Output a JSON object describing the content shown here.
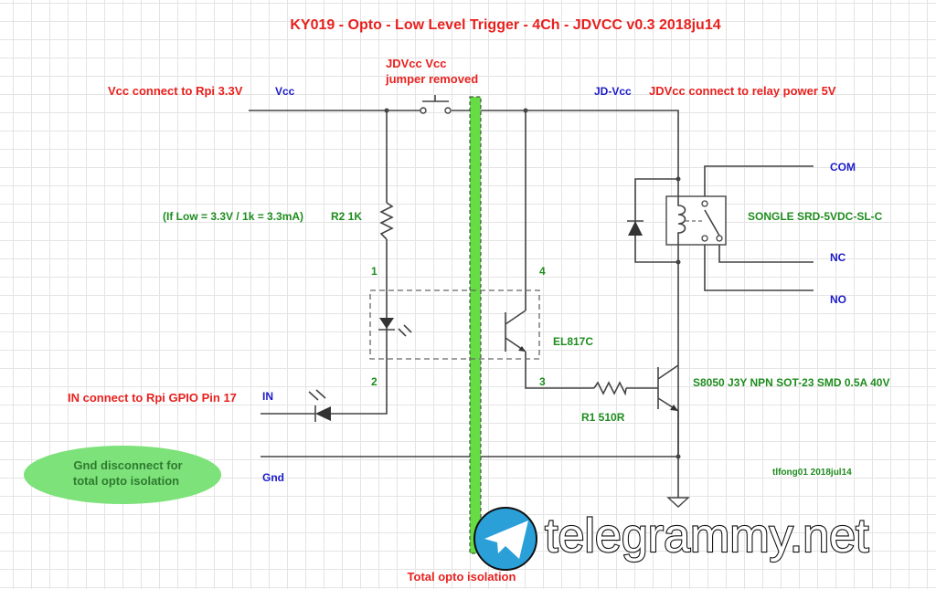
{
  "title": "KY019 - Opto - Low Level Trigger - 4Ch - JDVCC v0.3 2018ju14",
  "labels": {
    "jumper_line1": "JDVcc Vcc",
    "jumper_line2": "jumper removed",
    "vcc_connect": "Vcc connect to Rpi 3.3V",
    "vcc": "Vcc",
    "jd_vcc": "JD-Vcc",
    "jdvcc_connect": "JDVcc connect to relay power 5V",
    "com": "COM",
    "nc": "NC",
    "no": "NO",
    "relay": "SONGLE SRD-5VDC-SL-C",
    "current_calc": "(If Low = 3.3V / 1k = 3.3mA)",
    "r2": "R2 1K",
    "pin1": "1",
    "pin2": "2",
    "pin3": "3",
    "pin4": "4",
    "opto": "EL817C",
    "transistor": "S8050 J3Y NPN SOT-23 SMD 0.5A 40V",
    "r1": "R1 510R",
    "in_connect": "IN connect to Rpi GPIO Pin 17",
    "in": "IN",
    "gnd": "Gnd",
    "gnd_note_line1": "Gnd disconnect for",
    "gnd_note_line2": "total opto isolation",
    "author": "tlfong01 2018jul14",
    "isolation": "Total opto isolation"
  },
  "watermark": "telegrammy.net",
  "colors": {
    "red": "#e8211e",
    "blue": "#1b1bc8",
    "green": "#1e8c1e",
    "isolation_bar": "#66dd44",
    "ellipse": "#7de27a",
    "telegram": "#2a9fd8"
  }
}
